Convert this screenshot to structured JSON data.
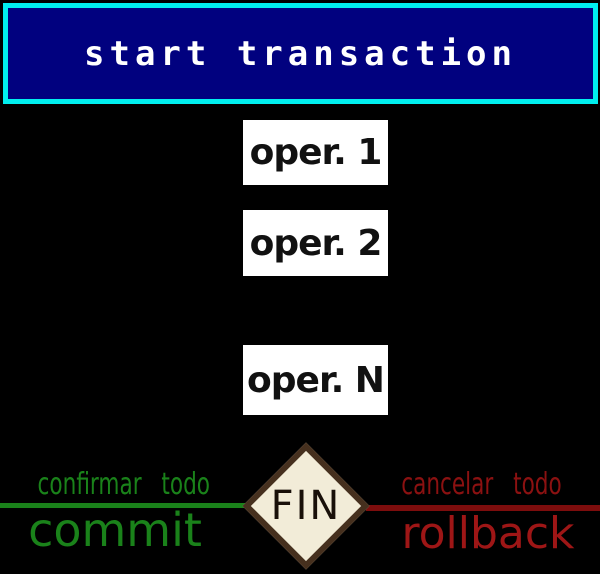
{
  "diagram": {
    "start_label": "start transaction",
    "operations": [
      "oper. 1",
      "oper. 2",
      "oper. N"
    ],
    "decision_label": "FIN",
    "left_branch": {
      "caption": "confirmar todo",
      "action": "commit"
    },
    "right_branch": {
      "caption": "cancelar todo",
      "action": "rollback"
    }
  },
  "colors": {
    "bg": "#000000",
    "box_navy": "#01017f",
    "box_border_cyan": "#00efef",
    "start_text": "#ffffff",
    "node_white": "#ffffff",
    "node_text": "#111111",
    "diamond_fill": "#f2ecd8",
    "diamond_border": "#46301e",
    "fin_text": "#191009",
    "green": "#1a821a",
    "red_line": "#7d0d0d",
    "cancel_red": "#8b1111",
    "rollback_red": "#9e1616"
  }
}
